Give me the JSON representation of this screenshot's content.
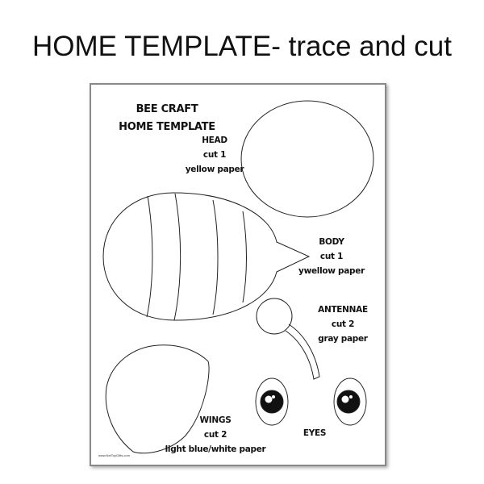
{
  "title": "HOME TEMPLATE- trace and cut",
  "template": {
    "heading": [
      "BEE CRAFT",
      "HOME TEMPLATE"
    ],
    "head": [
      "HEAD",
      "cut 1",
      "yellow paper"
    ],
    "body": [
      "BODY",
      "cut 1",
      "ywellow paper"
    ],
    "antennae": [
      "ANTENNAE",
      "cut 2",
      "gray paper"
    ],
    "wings": [
      "WINGS",
      "cut 2",
      "light blue/white paper"
    ],
    "eyes": "EYES",
    "watermark": "www.NetToyGifts.com"
  }
}
